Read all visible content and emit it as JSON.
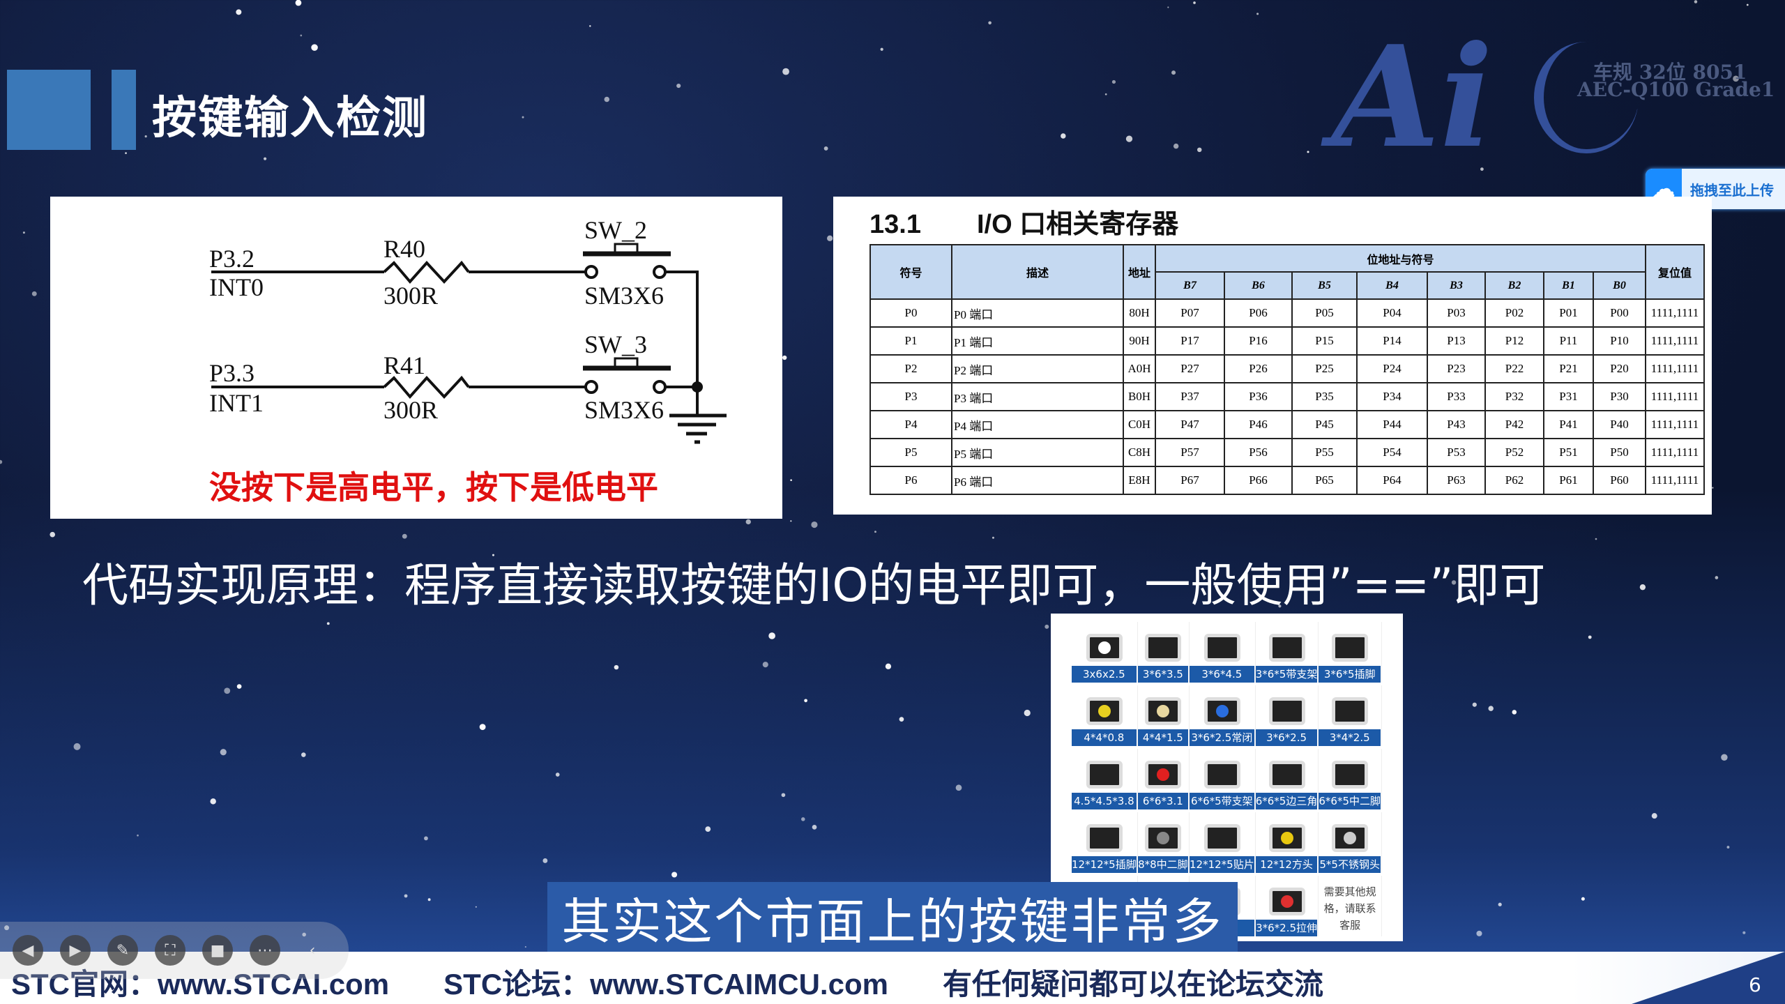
{
  "slide": {
    "title": "按键输入检测",
    "page_number": "6",
    "accent_color": "#3a78b8"
  },
  "logo": {
    "text": "Ai",
    "line1": "车规 32位 8051",
    "line2": "AEC-Q100 Grade1"
  },
  "upload_widget": {
    "label": "拖拽至此上传",
    "icon": "cloud-icon"
  },
  "circuit": {
    "net1": "P3.2",
    "net1_alt": "INT0",
    "r1": "R40",
    "r1_val": "300R",
    "sw1": "SW_2",
    "sw1_part": "SM3X6",
    "net2": "P3.3",
    "net2_alt": "INT1",
    "r2": "R41",
    "r2_val": "300R",
    "sw2": "SW_3",
    "sw2_part": "SM3X6",
    "caption": "没按下是高电平，按下是低电平",
    "caption_color": "#e01010"
  },
  "register_table": {
    "section": "13.1",
    "title": "I/O 口相关寄存器",
    "headers": {
      "symbol": "符号",
      "desc": "描述",
      "addr": "地址",
      "bits_group": "位地址与符号",
      "reset": "复位值",
      "bits": [
        "B7",
        "B6",
        "B5",
        "B4",
        "B3",
        "B2",
        "B1",
        "B0"
      ]
    },
    "rows": [
      {
        "symbol": "P0",
        "desc": "P0 端口",
        "addr": "80H",
        "bits": [
          "P07",
          "P06",
          "P05",
          "P04",
          "P03",
          "P02",
          "P01",
          "P00"
        ],
        "reset": "1111,1111"
      },
      {
        "symbol": "P1",
        "desc": "P1 端口",
        "addr": "90H",
        "bits": [
          "P17",
          "P16",
          "P15",
          "P14",
          "P13",
          "P12",
          "P11",
          "P10"
        ],
        "reset": "1111,1111"
      },
      {
        "symbol": "P2",
        "desc": "P2 端口",
        "addr": "A0H",
        "bits": [
          "P27",
          "P26",
          "P25",
          "P24",
          "P23",
          "P22",
          "P21",
          "P20"
        ],
        "reset": "1111,1111"
      },
      {
        "symbol": "P3",
        "desc": "P3 端口",
        "addr": "B0H",
        "bits": [
          "P37",
          "P36",
          "P35",
          "P34",
          "P33",
          "P32",
          "P31",
          "P30"
        ],
        "reset": "1111,1111"
      },
      {
        "symbol": "P4",
        "desc": "P4 端口",
        "addr": "C0H",
        "bits": [
          "P47",
          "P46",
          "P45",
          "P44",
          "P43",
          "P42",
          "P41",
          "P40"
        ],
        "reset": "1111,1111"
      },
      {
        "symbol": "P5",
        "desc": "P5 端口",
        "addr": "C8H",
        "bits": [
          "P57",
          "P56",
          "P55",
          "P54",
          "P53",
          "P52",
          "P51",
          "P50"
        ],
        "reset": "1111,1111"
      },
      {
        "symbol": "P6",
        "desc": "P6 端口",
        "addr": "E8H",
        "bits": [
          "P67",
          "P66",
          "P65",
          "P64",
          "P63",
          "P62",
          "P61",
          "P60"
        ],
        "reset": "1111,1111"
      }
    ]
  },
  "main_text": "代码实现原理：程序直接读取按键的IO的电平即可，一般使用”==”即可",
  "buttons_catalog": {
    "items": [
      "3x6x2.5",
      "3*6*3.5",
      "3*6*4.5",
      "3*6*5带支架",
      "3*6*5插脚",
      "4*4*0.8",
      "4*4*1.5",
      "3*6*2.5常闭",
      "3*6*2.5",
      "3*4*2.5",
      "4.5*4.5*3.8",
      "6*6*3.1",
      "6*6*5带支架",
      "6*6*5边三角",
      "6*6*5中二脚",
      "12*12*5插脚",
      "8*8中二脚",
      "12*12*5贴片",
      "12*12方头",
      "5*5不锈钢头",
      "",
      "",
      "",
      "3*6*2.5拉伸",
      ""
    ],
    "note": "需要其他规格，请联系客服"
  },
  "subtitle": "其实这个市面上的按键非常多",
  "footer": {
    "site": "STC官网：www.STCAI.com",
    "forum": "STC论坛：www.STCAIMCU.com",
    "note": "有任何疑问都可以在论坛交流"
  },
  "player_controls": [
    "prev-icon",
    "next-icon",
    "pen-icon",
    "screenshot-icon",
    "camera-icon",
    "more-icon",
    "collapse-icon"
  ]
}
